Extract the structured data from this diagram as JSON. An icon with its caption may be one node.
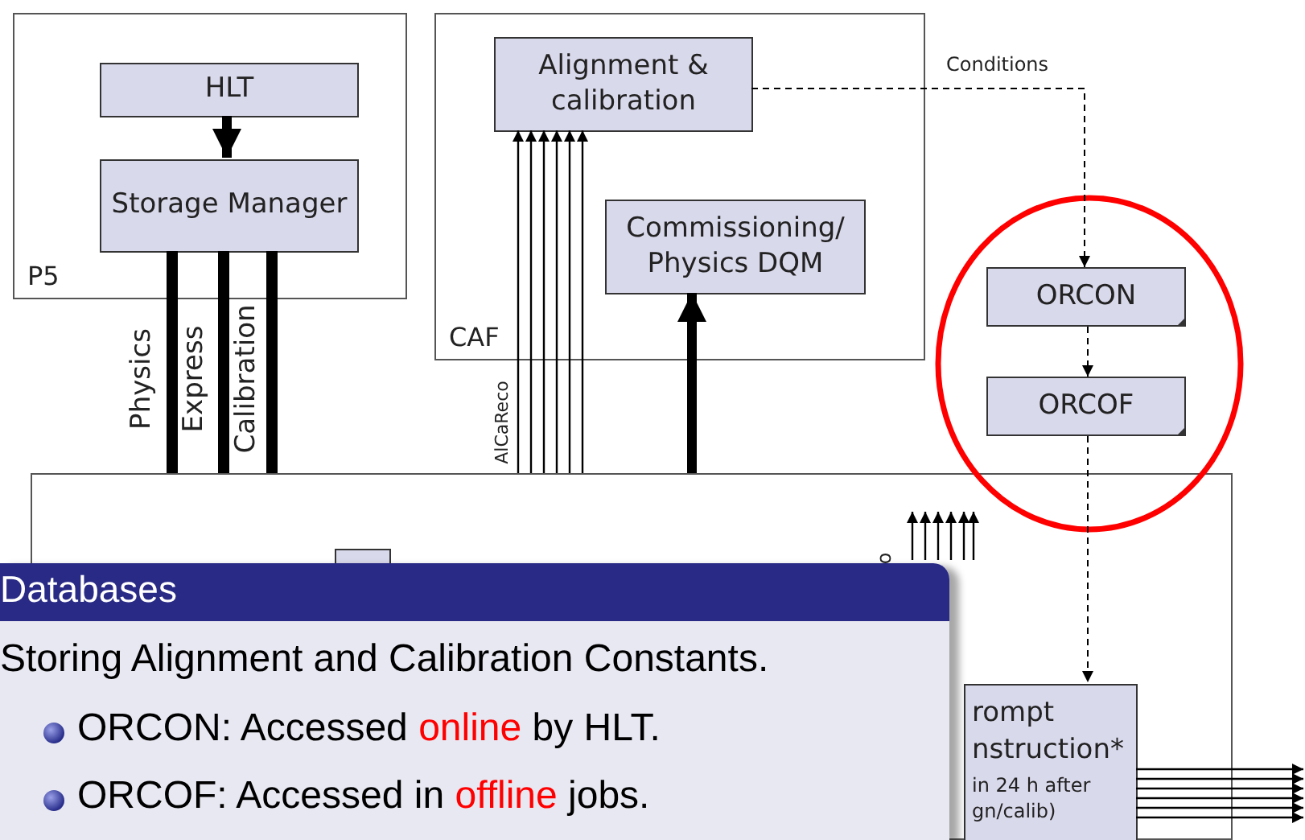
{
  "diagram": {
    "nodes": [
      {
        "text": [
          "P5"
        ]
      },
      {
        "text": [
          "HLT"
        ],
        "in": 0
      },
      {
        "text": [
          "Storage Manager"
        ],
        "in": 0
      },
      {
        "text": [
          "CAF"
        ]
      },
      {
        "text": [
          "Alignment & calibration"
        ],
        "in": 3
      },
      {
        "text": [
          "Commissioning/ Physics DQM"
        ],
        "in": 3
      },
      {
        "text": [],
        "shape": "box"
      },
      {
        "text": [
          "ORCON"
        ]
      },
      {
        "text": [
          "ORCOF"
        ]
      },
      {
        "text": [],
        "shape": "box",
        "in": 6
      },
      {
        "text": [
          "rompt nstruction*",
          "in 24 h after gn/calib)"
        ],
        "in": 6
      }
    ],
    "edges": [
      {
        "from": 1,
        "to": 2,
        "arrow": "to",
        "style": "thick"
      },
      {
        "from": 2,
        "to": 6,
        "arrow": "none",
        "style": "thick",
        "label": "Physics"
      },
      {
        "from": 2,
        "to": 6,
        "arrow": "none",
        "style": "thick",
        "label": "Express"
      },
      {
        "from": 2,
        "to": 6,
        "arrow": "none",
        "style": "thick",
        "label": "Calibration"
      },
      {
        "from": 6,
        "to": 4,
        "arrow": "to",
        "label": "AlCaReco"
      },
      {
        "from": 6,
        "to": 4,
        "arrow": "to"
      },
      {
        "from": 6,
        "to": 4,
        "arrow": "to"
      },
      {
        "from": 6,
        "to": 4,
        "arrow": "to"
      },
      {
        "from": 6,
        "to": 4,
        "arrow": "to"
      },
      {
        "from": 6,
        "to": 4,
        "arrow": "to"
      },
      {
        "from": 6,
        "to": 5,
        "arrow": "to",
        "style": "thick"
      },
      {
        "from": 4,
        "to": 7,
        "arrow": "to",
        "style": "dashed",
        "label": "Conditions"
      },
      {
        "from": 7,
        "to": 8,
        "arrow": "to",
        "style": "dashed"
      },
      {
        "from": 8,
        "to": 10,
        "arrow": "to",
        "style": "dashed"
      },
      {
        "from": null,
        "to": 6,
        "arrow": "to"
      },
      {
        "from": null,
        "to": 6,
        "arrow": "to"
      },
      {
        "from": null,
        "to": 6,
        "arrow": "to"
      },
      {
        "from": null,
        "to": 6,
        "arrow": "to"
      },
      {
        "from": null,
        "to": 6,
        "arrow": "to"
      },
      {
        "from": null,
        "to": 6,
        "arrow": "to"
      },
      {
        "from": 10,
        "to": null,
        "arrow": "to"
      },
      {
        "from": 10,
        "to": null,
        "arrow": "to"
      },
      {
        "from": 10,
        "to": null,
        "arrow": "to"
      },
      {
        "from": 10,
        "to": null,
        "arrow": "to"
      },
      {
        "from": 10,
        "to": null,
        "arrow": "to"
      },
      {
        "from": 10,
        "to": null,
        "arrow": "to"
      }
    ],
    "labels": [
      "o",
      "Databases",
      "Storing Alignment and Calibration Constants.",
      "ORCON: Accessed *online* by HLT.",
      "ORCOF: Accessed in *offline* jobs."
    ]
  }
}
